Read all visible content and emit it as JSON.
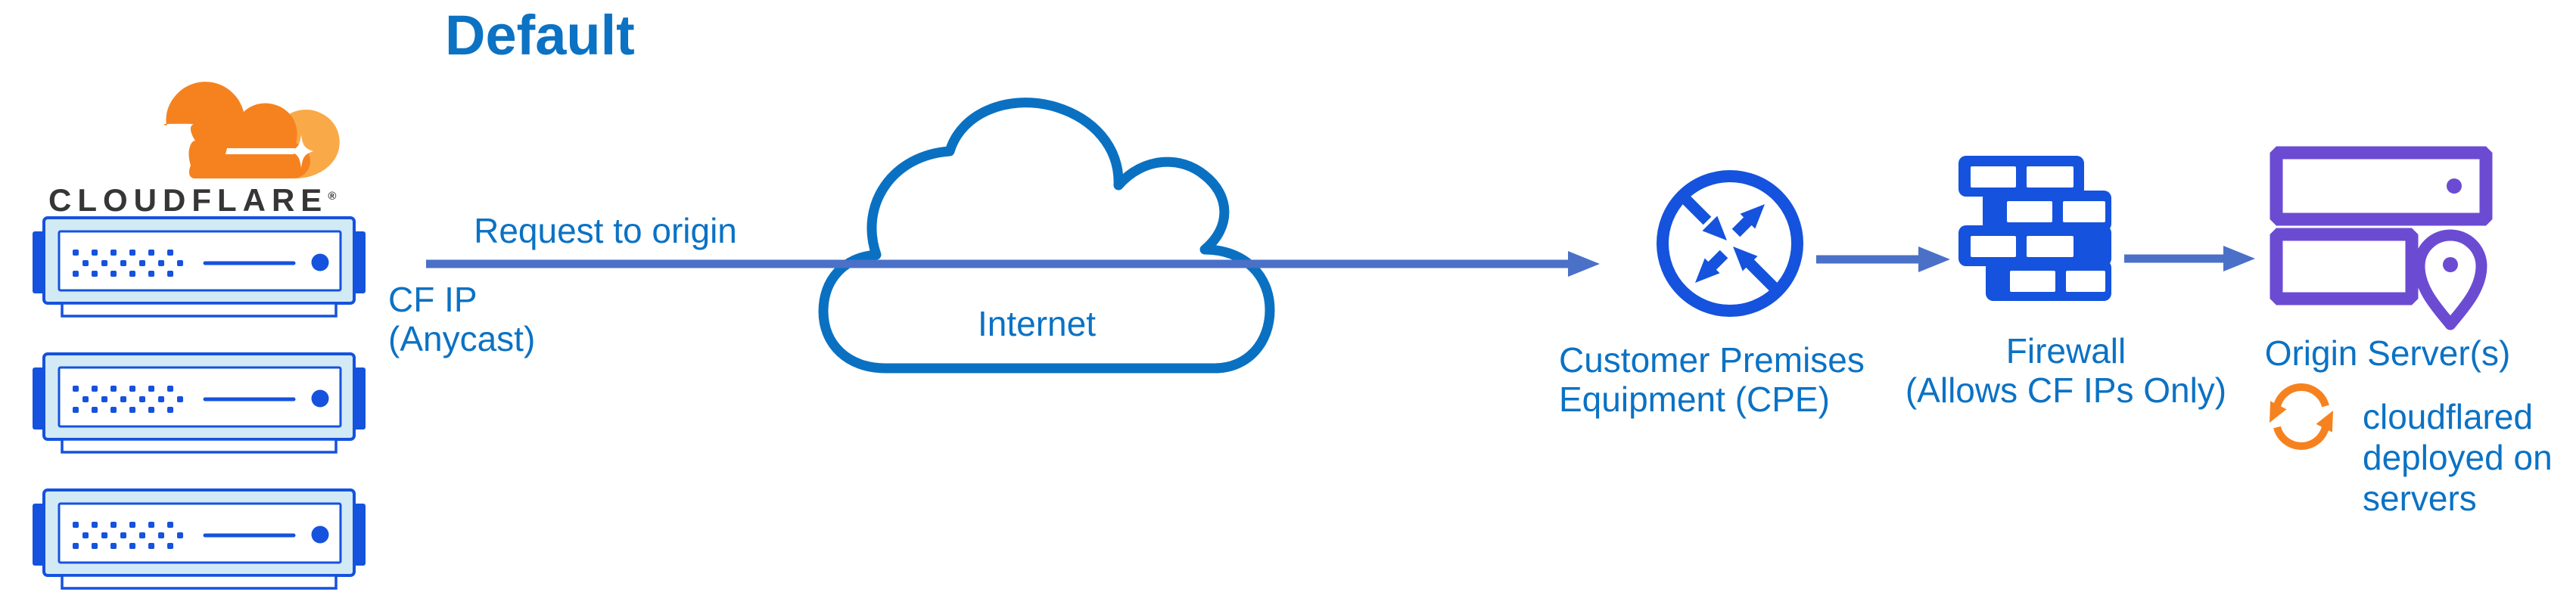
{
  "diagram": {
    "title": "Default",
    "brand": {
      "wordmark": "CLOUDFLARE",
      "registered_mark": "®"
    },
    "edge_servers": {
      "icon": "edge-server-stack-icon",
      "count": 3,
      "label_lines": [
        "CF IP",
        "(Anycast)"
      ]
    },
    "request_arrow": {
      "label": "Request to origin"
    },
    "internet": {
      "icon": "internet-cloud-icon",
      "label": "Internet"
    },
    "cpe": {
      "icon": "cpe-router-icon",
      "label_lines": [
        "Customer Premises",
        "Equipment (CPE)"
      ]
    },
    "firewall": {
      "icon": "firewall-brick-icon",
      "label_lines": [
        "Firewall",
        "(Allows CF IPs Only)"
      ]
    },
    "origin": {
      "icon": "origin-servers-location-icon",
      "label": "Origin Server(s)"
    },
    "cloudflared": {
      "icon": "sync-arrows-icon",
      "note_lines": [
        "cloudflared",
        "deployed on",
        "servers"
      ]
    },
    "colors": {
      "label_blue": "#0b72c4",
      "arrow_blue": "#4a70c8",
      "icon_blue": "#1552dd",
      "server_frame_light_blue": "#d2eaf6",
      "origin_purple": "#6c4bd3",
      "cloudflare_orange": "#f6821f",
      "cloudflare_orange_light": "#f9a948",
      "wordmark_dark": "#363636",
      "background": "#ffffff"
    }
  }
}
